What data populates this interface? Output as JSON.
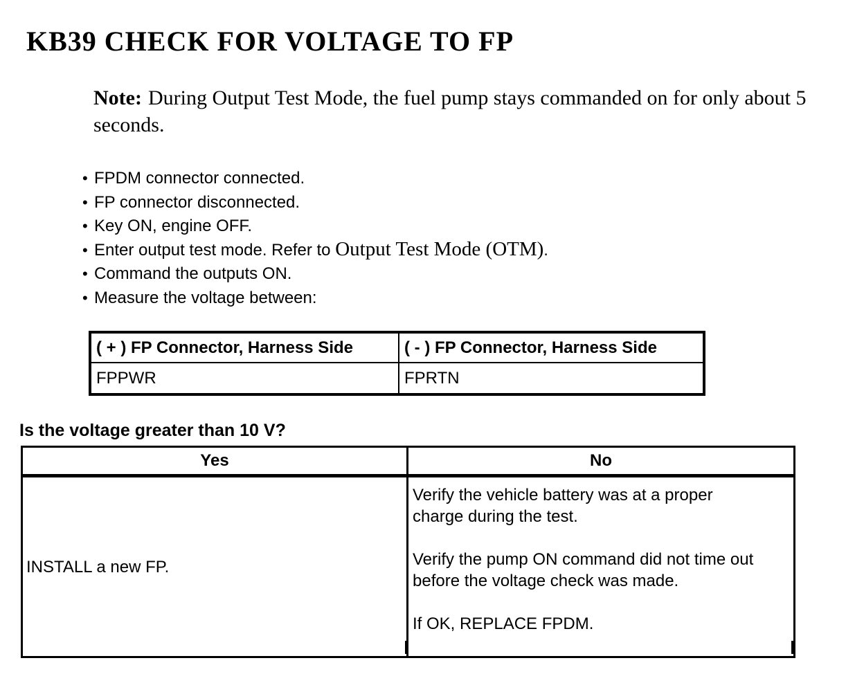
{
  "doc": {
    "title": "KB39 CHECK FOR VOLTAGE TO FP",
    "note": {
      "label": "Note:",
      "text": "During Output Test Mode, the fuel pump stays commanded on for only about 5 seconds."
    },
    "bullets": [
      {
        "text": "FPDM connector connected.",
        "ref": "",
        "suffix": ""
      },
      {
        "text": "FP connector disconnected.",
        "ref": "",
        "suffix": ""
      },
      {
        "text": "Key ON, engine OFF.",
        "ref": "",
        "suffix": ""
      },
      {
        "text": "Enter output test mode. Refer to ",
        "ref": "Output Test Mode (OTM)",
        "suffix": "."
      },
      {
        "text": "Command the outputs ON.",
        "ref": "",
        "suffix": ""
      },
      {
        "text": "Measure the voltage between:",
        "ref": "",
        "suffix": ""
      }
    ],
    "measure_table": {
      "headers": [
        "( + ) FP Connector, Harness Side",
        "( - ) FP Connector, Harness Side"
      ],
      "row": [
        "FPPWR",
        "FPRTN"
      ]
    },
    "question": "Is the voltage greater than 10 V?",
    "result_table": {
      "headers": [
        "Yes",
        "No"
      ],
      "yes_action": "INSTALL a new FP.",
      "no_actions": [
        "Verify the vehicle battery was at a proper charge during the test.",
        "Verify the pump ON command did not time out before the voltage check was made.",
        "If OK, REPLACE FPDM."
      ]
    },
    "colors": {
      "text": "#000000",
      "background": "#ffffff"
    }
  }
}
